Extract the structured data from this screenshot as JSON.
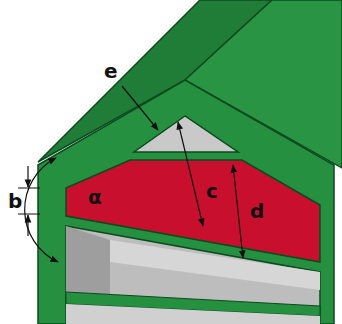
{
  "diagram": {
    "labels": [
      "e",
      "b",
      "α",
      "c",
      "d"
    ]
  }
}
